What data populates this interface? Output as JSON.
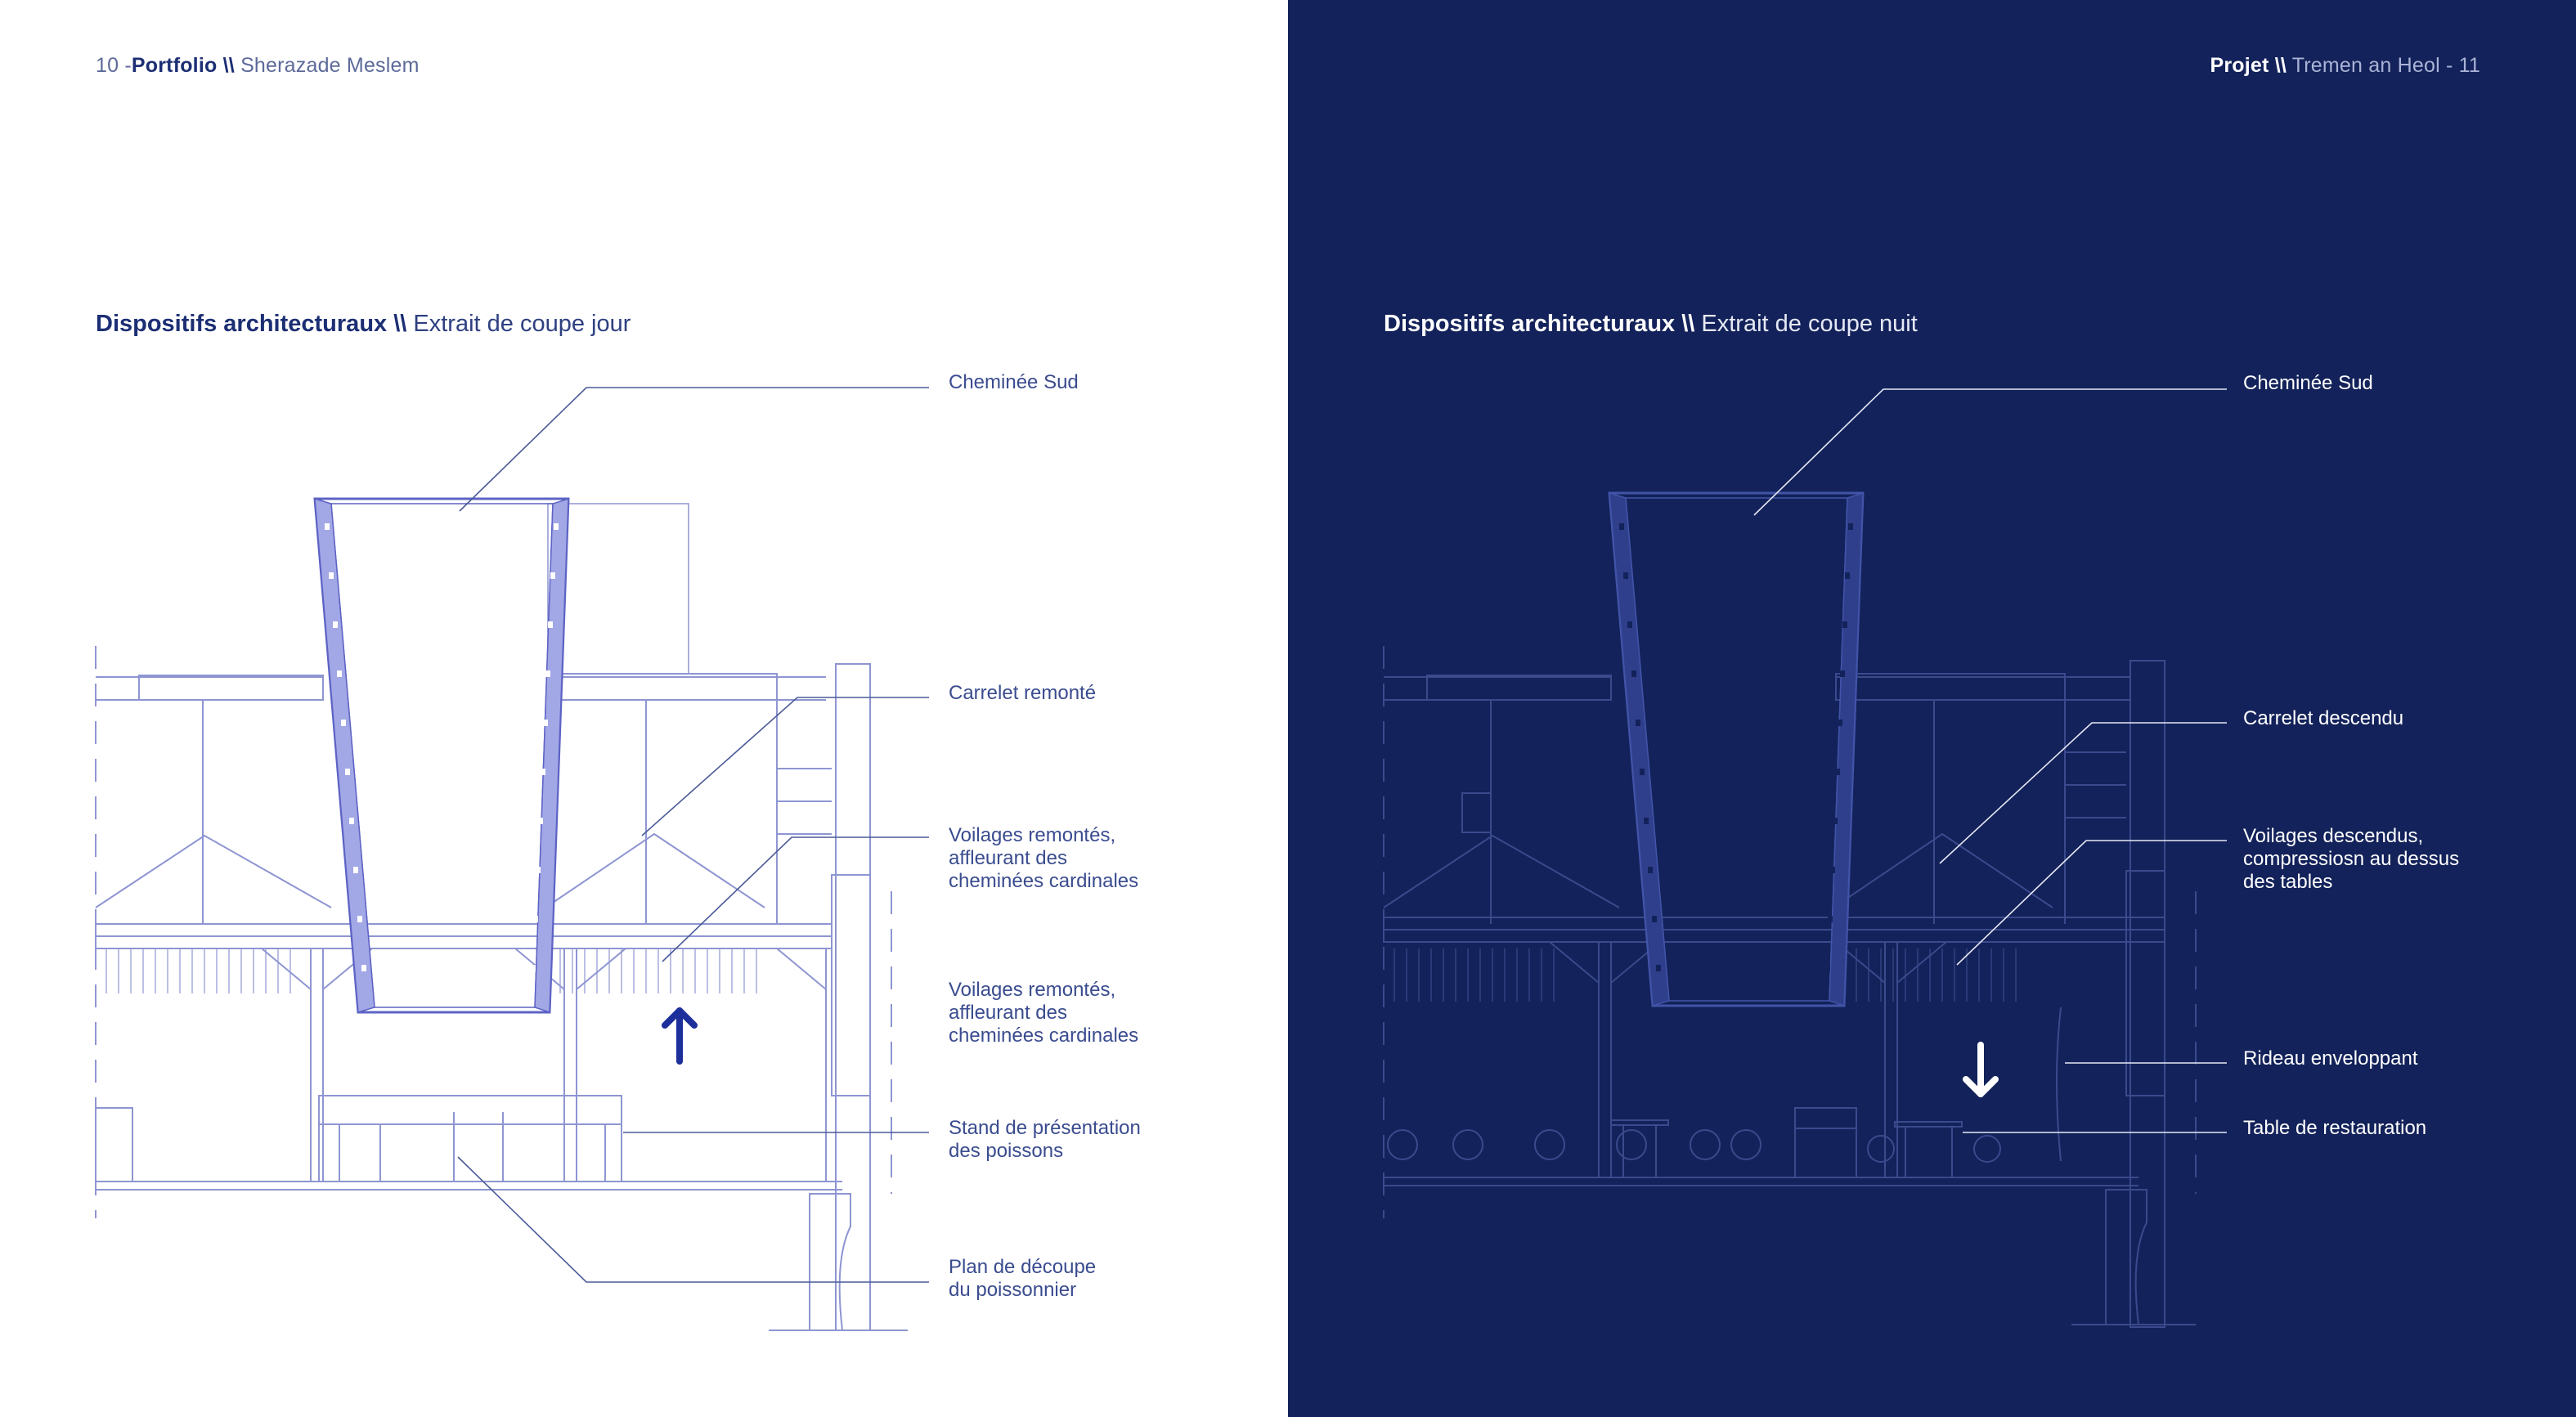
{
  "left_page": {
    "folio": {
      "number": "10 -",
      "section": "Portfolio",
      "separator": "\\\\",
      "author": "Sherazade Meslem"
    },
    "heading": {
      "title": "Dispositifs architecturaux",
      "separator": "\\\\",
      "subtitle": "Extrait de coupe jour"
    },
    "annotations": [
      "Cheminée Sud",
      "Carrelet remonté",
      "Voilages remontés,\naffleurant des\ncheminées cardinales",
      "Voilages remontés,\naffleurant des\ncheminées cardinales",
      "Stand de présentation\ndes poissons",
      "Plan de découpe\ndu poissonnier"
    ],
    "arrow": "up"
  },
  "right_page": {
    "folio": {
      "section": "Projet",
      "separator": "\\\\",
      "project": "Tremen an Heol - 11"
    },
    "heading": {
      "title": "Dispositifs architecturaux",
      "separator": "\\\\",
      "subtitle": "Extrait de coupe nuit"
    },
    "annotations": [
      "Cheminée Sud",
      "Carrelet descendu",
      "Voilages descendus,\ncompressiosn au dessus\ndes tables",
      "Rideau enveloppant",
      "Table de restauration"
    ],
    "arrow": "down"
  },
  "colors": {
    "navy": "#13225a",
    "ink": "#1c2f74",
    "line_day": "#8e95d2",
    "line_night": "#3a4a8c"
  }
}
